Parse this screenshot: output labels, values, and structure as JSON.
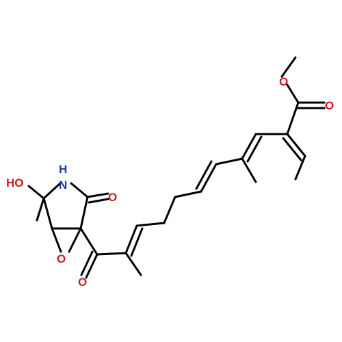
{
  "structure": {
    "atom_labels": {
      "ester_o_single": "O",
      "ester_o_double": "O",
      "hydroxyl": "HO",
      "amide_n": "N",
      "amide_h": "H",
      "lactam_o": "O",
      "epoxide_o": "O",
      "ketone_o": "O"
    }
  },
  "colors": {
    "bond": "#000000",
    "oxygen": "#c81e1e",
    "nitrogen": "#1f3bb3",
    "background": "#ffffff"
  }
}
